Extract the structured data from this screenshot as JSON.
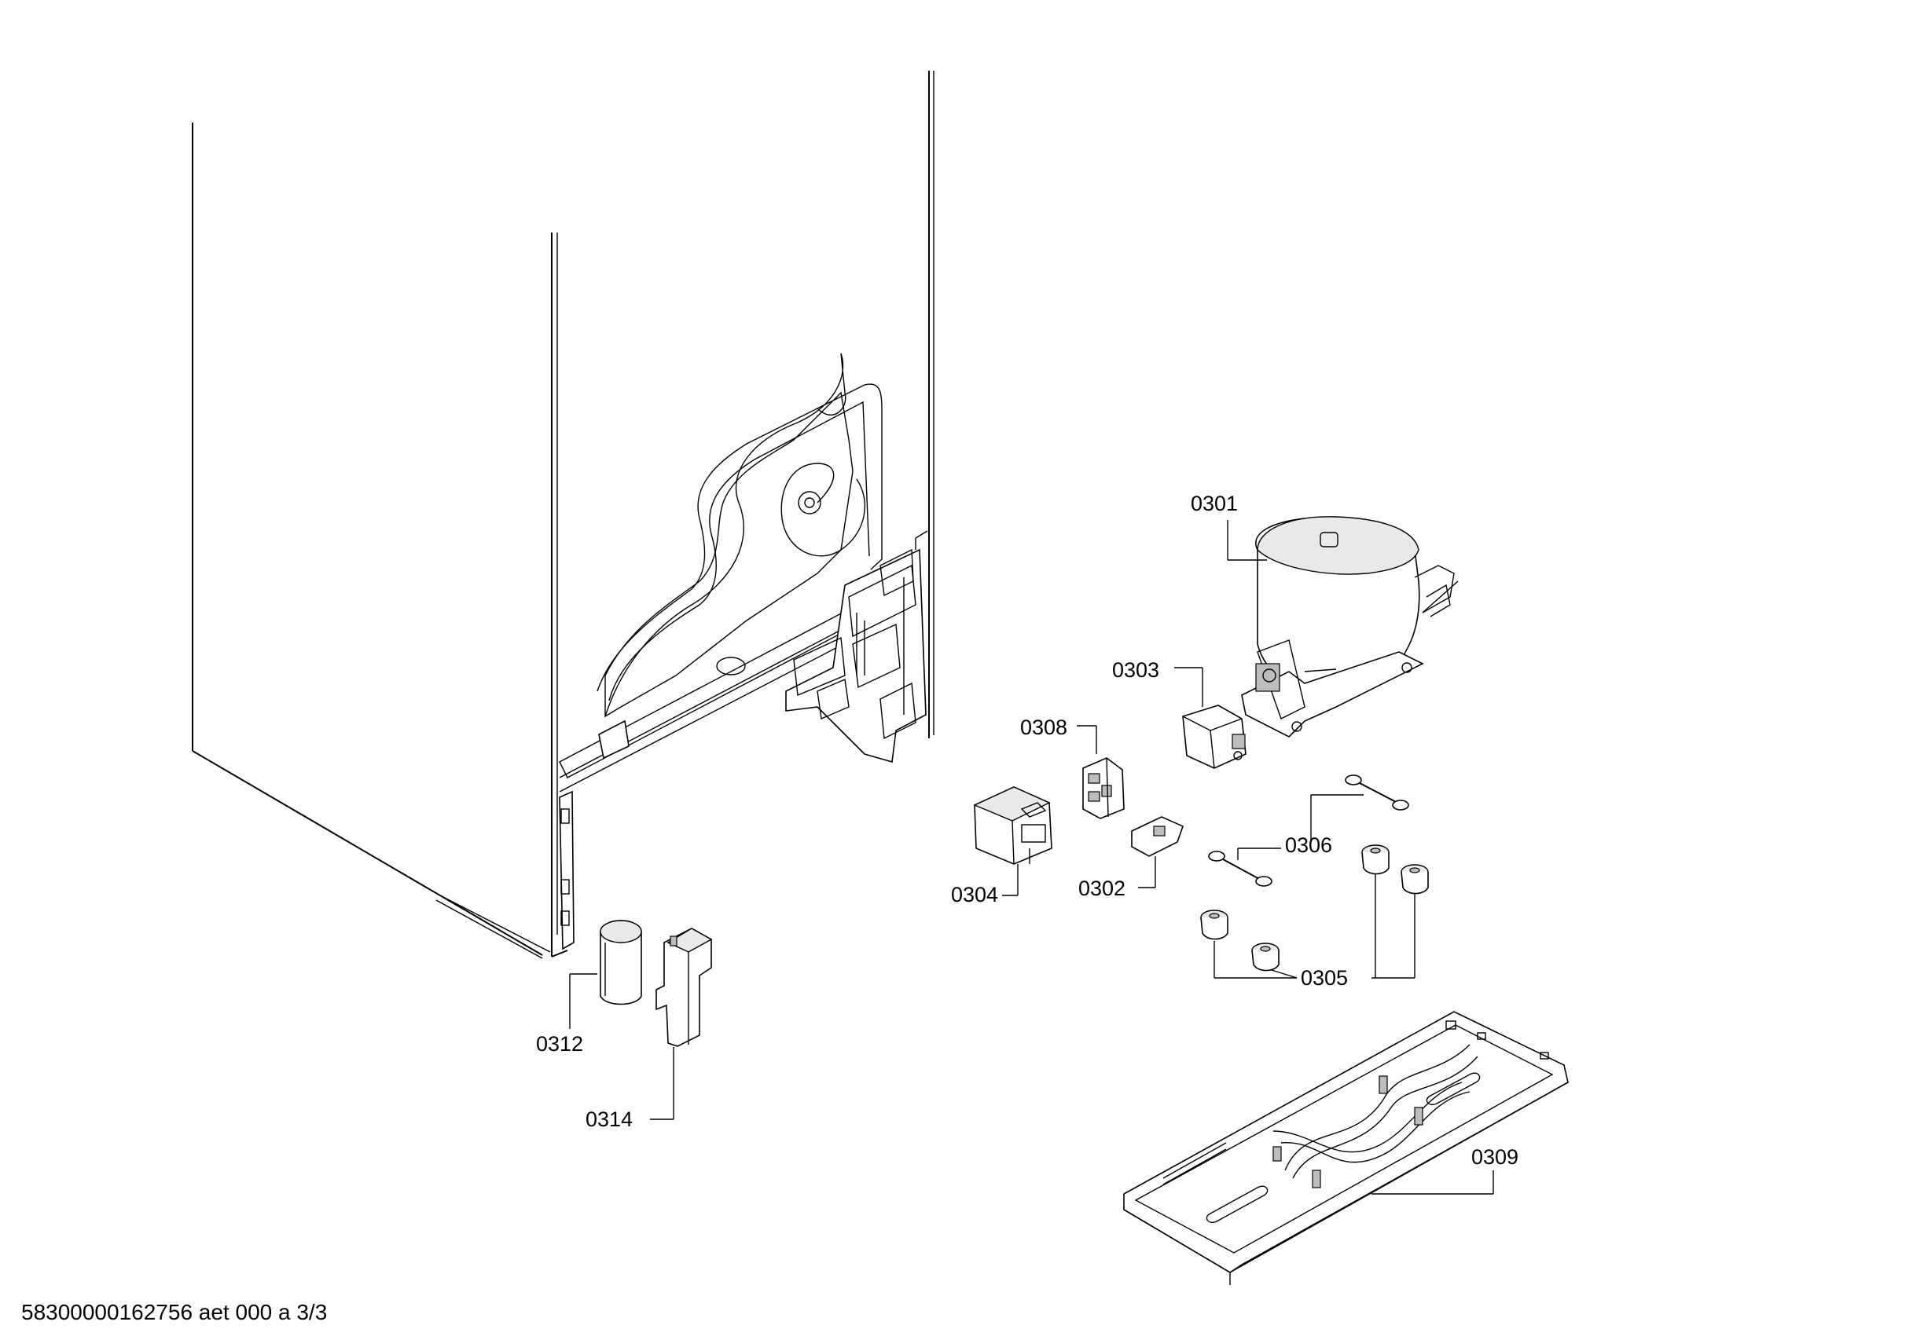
{
  "diagram": {
    "title": "",
    "footer": "58300000162756 aet 000 a 3/3",
    "part_labels": [
      {
        "id": "0301",
        "text": "0301"
      },
      {
        "id": "0302",
        "text": "0302"
      },
      {
        "id": "0303",
        "text": "0303"
      },
      {
        "id": "0304",
        "text": "0304"
      },
      {
        "id": "0305",
        "text": "0305"
      },
      {
        "id": "0306",
        "text": "0306"
      },
      {
        "id": "0308",
        "text": "0308"
      },
      {
        "id": "0309",
        "text": "0309"
      },
      {
        "id": "0312",
        "text": "0312"
      },
      {
        "id": "0314",
        "text": "0314"
      }
    ]
  }
}
